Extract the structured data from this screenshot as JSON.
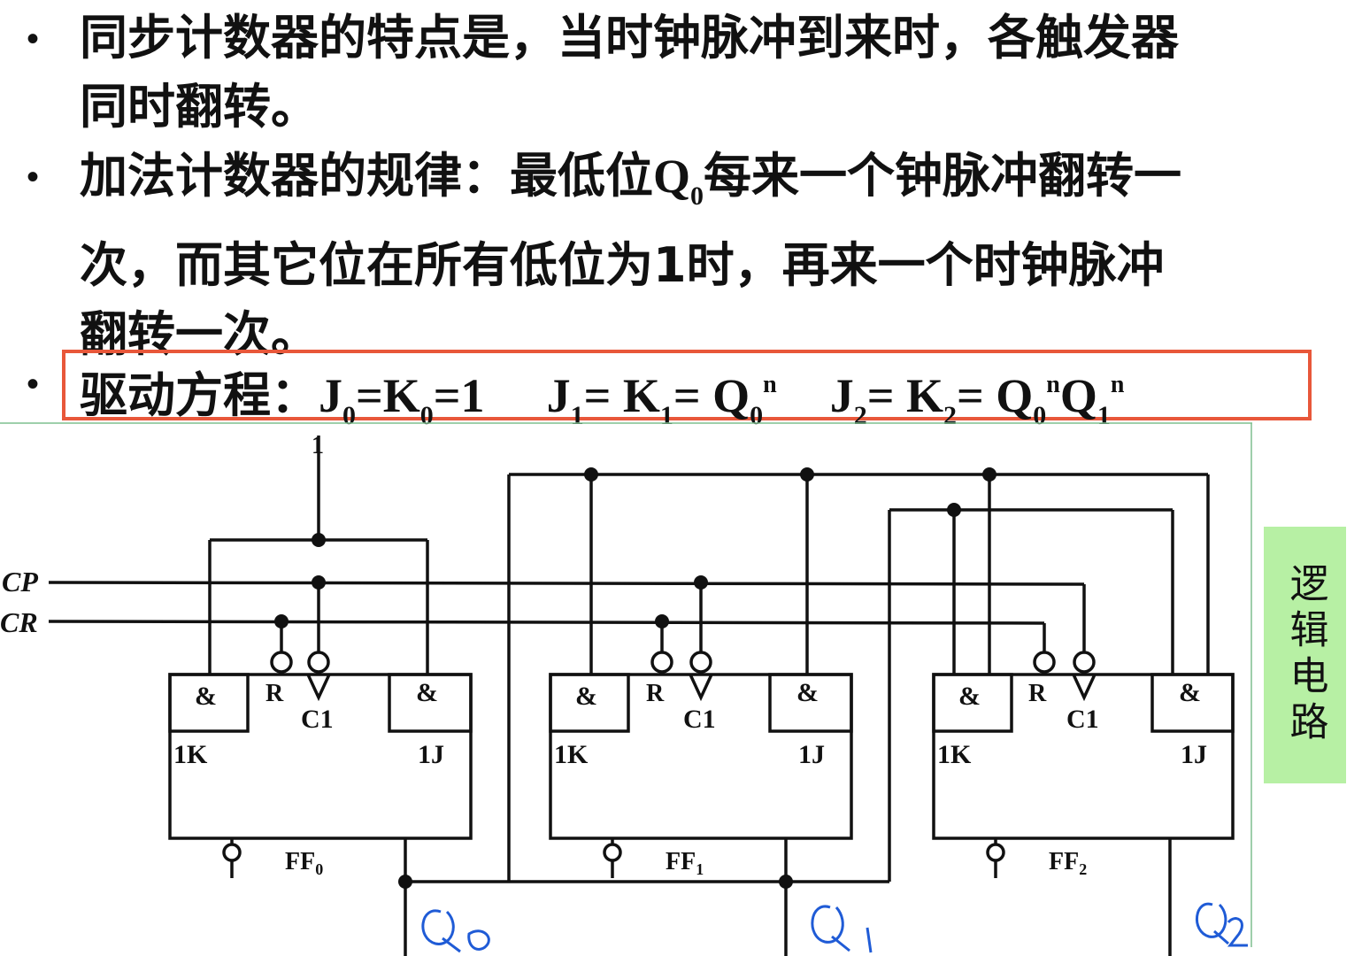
{
  "bullets": [
    {
      "lines": [
        "同步计数器的特点是，当时钟脉冲到来时，各触发器",
        "同时翻转。"
      ]
    },
    {
      "line1_pre": "加法计数器的规律：最低位",
      "line1_q": "Q",
      "line1_q_sub": "0",
      "line1_post": "每来一个钟脉冲翻转一",
      "line2": "次，而其它位在所有低位为1时，再来一个时钟脉冲",
      "line3": "翻转一次。"
    },
    {
      "label": "驱动方程：",
      "eq0": {
        "j": "J",
        "j_sub": "0",
        "eq1": "=K",
        "k_sub": "0",
        "rhs": "=1"
      },
      "eq1": {
        "j": "J",
        "j_sub": "1",
        "eq1": "= K",
        "k_sub": "1",
        "rhs": "= Q",
        "q_sub": "0",
        "q_sup": "n"
      },
      "eq2": {
        "j": "J",
        "j_sub": "2",
        "eq1": "= K",
        "k_sub": "2",
        "rhs": "= Q",
        "q0_sub": "0",
        "q0_sup": "n",
        "q1": "Q",
        "q1_sub": "1",
        "q1_sup": "n"
      }
    }
  ],
  "side_tag": "逻辑电路",
  "circuit": {
    "input_one": "1",
    "cp": "CP",
    "cr": "CR",
    "ff": [
      {
        "name": "FF",
        "sub": "0",
        "and_left": "&",
        "and_right": "&",
        "r": "R",
        "c1": "C1",
        "k": "1K",
        "j": "1J",
        "hand": "Q0"
      },
      {
        "name": "FF",
        "sub": "1",
        "and_left": "&",
        "and_right": "&",
        "r": "R",
        "c1": "C1",
        "k": "1K",
        "j": "1J",
        "hand": "Q1"
      },
      {
        "name": "FF",
        "sub": "2",
        "and_left": "&",
        "and_right": "&",
        "r": "R",
        "c1": "C1",
        "k": "1K",
        "j": "1J",
        "hand": "Q2"
      }
    ]
  },
  "colors": {
    "box_border": "#e8573a",
    "tag_bg": "#b7f0a4",
    "handwriting": "#1f5bd6"
  }
}
